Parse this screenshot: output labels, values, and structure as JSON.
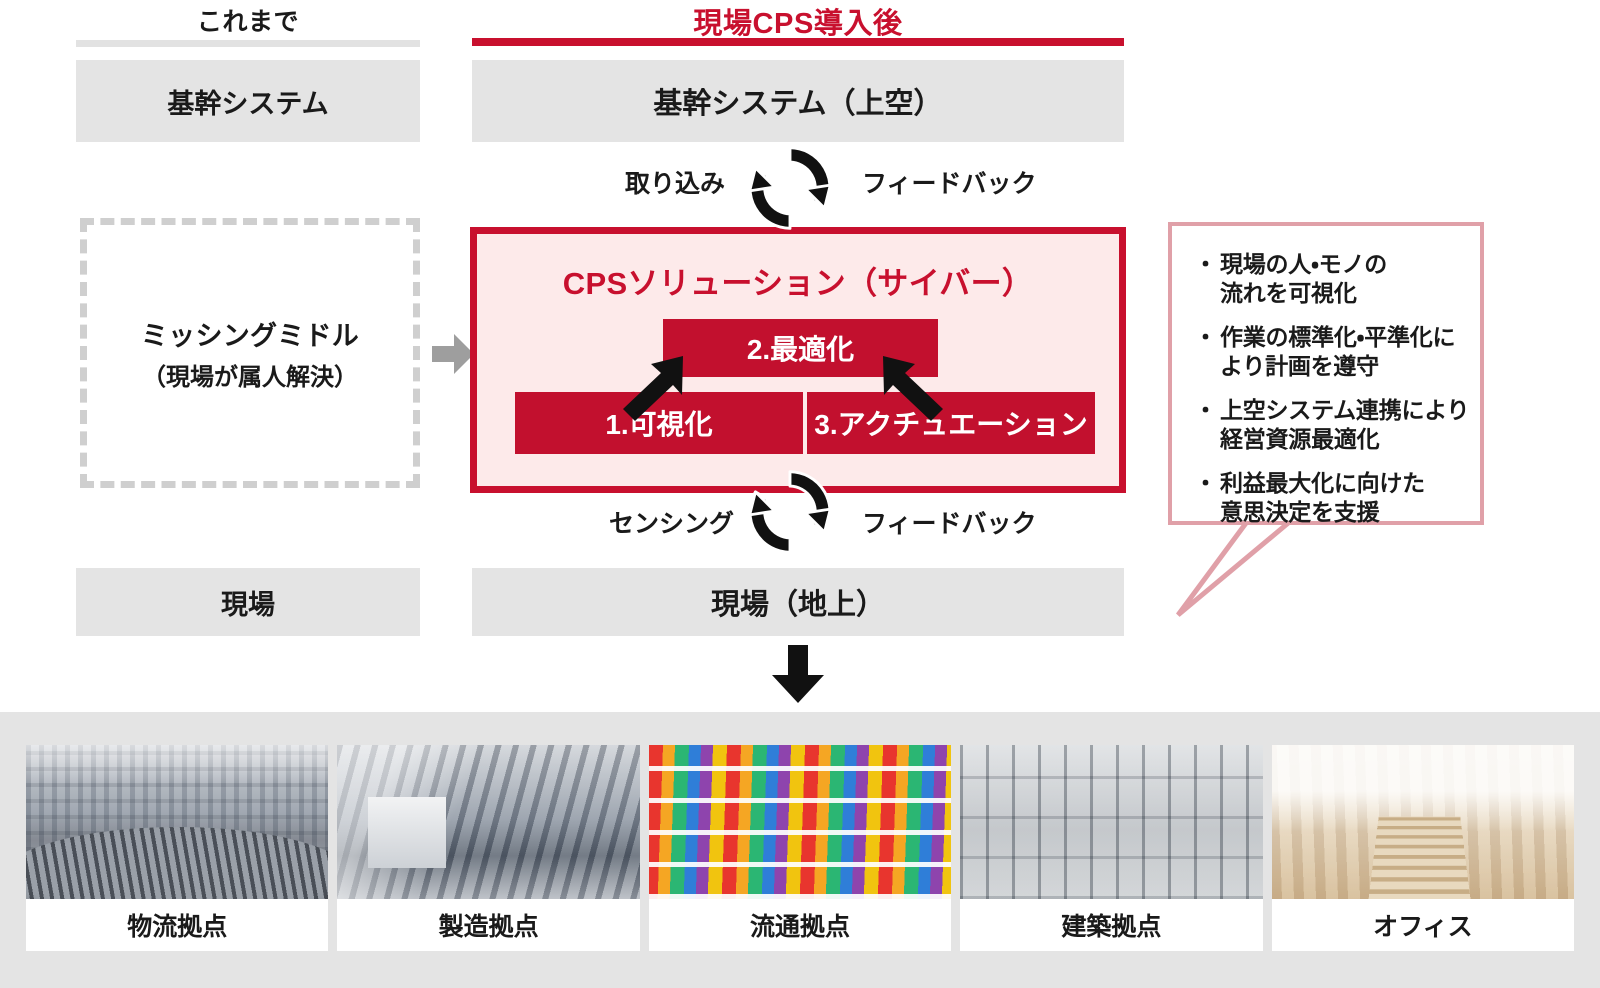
{
  "columns": {
    "left_header": "これまで",
    "right_header": "現場CPS導入後"
  },
  "left_column": {
    "core_system": "基幹システム",
    "missing_middle_title": "ミッシングミドル",
    "missing_middle_sub": "（現場が属人解決）",
    "genba": "現場"
  },
  "right_column": {
    "core_system": "基幹システム（上空）",
    "genba": "現場（地上）",
    "cps_title": "CPSソリューション（サイバー）",
    "steps": [
      {
        "label": "1.可視化"
      },
      {
        "label": "2.最適化"
      },
      {
        "label": "3.アクチュエーション"
      }
    ],
    "flow_labels": {
      "top_left": "取り込み",
      "top_right": "フィードバック",
      "bottom_left": "センシング",
      "bottom_right": "フィードバック"
    }
  },
  "callout": {
    "bullets": [
      "現場の人・モノの\n流れを可視化",
      "作業の標準化・平準化に\nより計画を遵守",
      "上空システム連携により\n経営資源最適化",
      "利益最大化に向けた\n意思決定を支援"
    ]
  },
  "sites": [
    {
      "caption": "物流拠点",
      "photo": "warehouse-conveyor"
    },
    {
      "caption": "製造拠点",
      "photo": "factory-line"
    },
    {
      "caption": "流通拠点",
      "photo": "retail-shelves"
    },
    {
      "caption": "建築拠点",
      "photo": "construction-frame"
    },
    {
      "caption": "オフィス",
      "photo": "office-interior"
    }
  ],
  "colors": {
    "brand_red": "#c8102e",
    "chip_red": "#c2102e",
    "cps_fill": "#fdeaea",
    "gray_box": "#e4e4e4",
    "callout_border": "#e0a0a8",
    "dashed_gray": "#cfcfcf"
  },
  "icons": {
    "cycle": "cycle-arrows-icon",
    "gray_arrow": "arrow-right-icon",
    "down_arrow": "arrow-down-icon",
    "step_arrow": "arrow-diagonal-icon"
  }
}
